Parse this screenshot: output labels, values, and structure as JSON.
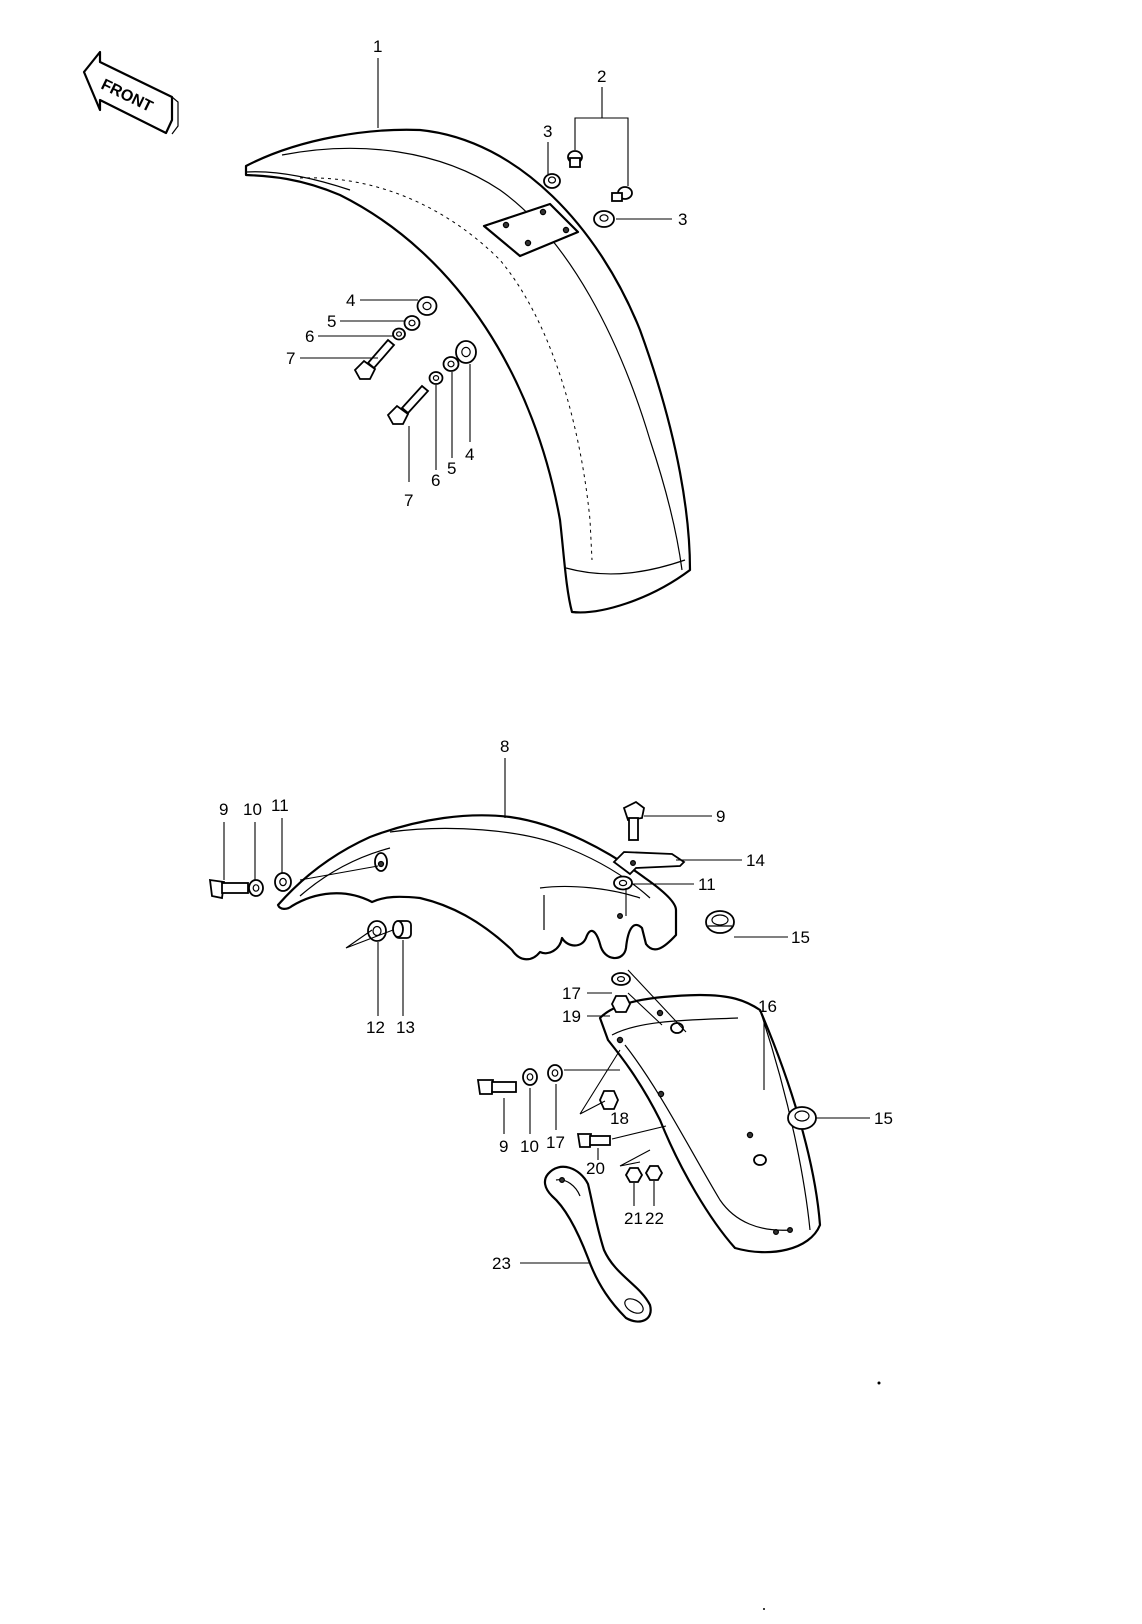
{
  "front_arrow": {
    "text": "FRONT"
  },
  "callouts": {
    "c1": "1",
    "c2": "2",
    "c3a": "3",
    "c3b": "3",
    "c4a": "4",
    "c5a": "5",
    "c6a": "6",
    "c7a": "7",
    "c4b": "4",
    "c5b": "5",
    "c6b": "6",
    "c7b": "7",
    "c8": "8",
    "c9a": "9",
    "c10a": "10",
    "c11a": "11",
    "c9b": "9",
    "c14": "14",
    "c11b": "11",
    "c15a": "15",
    "c12": "12",
    "c13": "13",
    "c17a": "17",
    "c19": "19",
    "c16": "16",
    "c9c": "9",
    "c10b": "10",
    "c17b": "17",
    "c18": "18",
    "c15b": "15",
    "c20": "20",
    "c21": "21",
    "c22": "22",
    "c23": "23"
  }
}
